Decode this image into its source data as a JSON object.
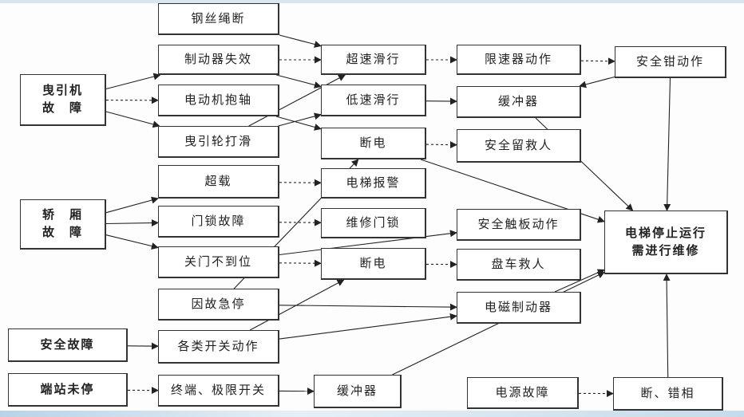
{
  "diagram": {
    "nodes": [
      {
        "id": "traction",
        "label": "曳引机\n故　障"
      },
      {
        "id": "car",
        "label": "轿　厢\n故　障"
      },
      {
        "id": "safety",
        "label": "安全故障"
      },
      {
        "id": "terminal",
        "label": "端站未停"
      },
      {
        "id": "rope",
        "label": "钢丝绳断"
      },
      {
        "id": "brake_fail",
        "label": "制动器失效"
      },
      {
        "id": "motor_lock",
        "label": "电动机抱轴"
      },
      {
        "id": "sheave_slip",
        "label": "曳引轮打滑"
      },
      {
        "id": "overload",
        "label": "超载"
      },
      {
        "id": "door_lock",
        "label": "门锁故障"
      },
      {
        "id": "door_close",
        "label": "关门不到位"
      },
      {
        "id": "emergency",
        "label": "因故急停"
      },
      {
        "id": "switches",
        "label": "各类开关动作"
      },
      {
        "id": "limit_sw",
        "label": "终端、极限开关"
      },
      {
        "id": "overspeed",
        "label": "超速滑行"
      },
      {
        "id": "lowspeed",
        "label": "低速滑行"
      },
      {
        "id": "poweroff1",
        "label": "断电"
      },
      {
        "id": "alarm",
        "label": "电梯报警"
      },
      {
        "id": "repair_lock",
        "label": "维修门锁"
      },
      {
        "id": "poweroff2",
        "label": "断电"
      },
      {
        "id": "buffer2",
        "label": "缓冲器"
      },
      {
        "id": "governor",
        "label": "限速器动作"
      },
      {
        "id": "buffer1",
        "label": "缓冲器"
      },
      {
        "id": "rescue1",
        "label": "安全留救人"
      },
      {
        "id": "safety_edge",
        "label": "安全触板动作"
      },
      {
        "id": "rescue2",
        "label": "盘车救人"
      },
      {
        "id": "em_brake",
        "label": "电磁制动器"
      },
      {
        "id": "power_fault",
        "label": "电源故障"
      },
      {
        "id": "phase_fault",
        "label": "断、错相"
      },
      {
        "id": "safety_gear",
        "label": "安全钳动作"
      },
      {
        "id": "stop",
        "label": "电梯停止运行\n需进行维修"
      }
    ],
    "edges": [
      [
        "traction",
        "brake_fail",
        "solid"
      ],
      [
        "traction",
        "motor_lock",
        "dashed"
      ],
      [
        "traction",
        "sheave_slip",
        "solid"
      ],
      [
        "car",
        "overload",
        "solid"
      ],
      [
        "car",
        "door_lock",
        "solid"
      ],
      [
        "car",
        "door_close",
        "solid"
      ],
      [
        "safety",
        "switches",
        "solid"
      ],
      [
        "terminal",
        "limit_sw",
        "dashed"
      ],
      [
        "rope",
        "overspeed",
        "solid"
      ],
      [
        "brake_fail",
        "overspeed",
        "dashed"
      ],
      [
        "brake_fail",
        "lowspeed",
        "solid"
      ],
      [
        "motor_lock",
        "poweroff1",
        "solid"
      ],
      [
        "sheave_slip",
        "overspeed",
        "solid"
      ],
      [
        "sheave_slip",
        "lowspeed",
        "solid"
      ],
      [
        "overload",
        "alarm",
        "dashed"
      ],
      [
        "door_lock",
        "repair_lock",
        "dashed"
      ],
      [
        "door_close",
        "poweroff2",
        "dashed"
      ],
      [
        "door_close",
        "safety_edge",
        "solid"
      ],
      [
        "emergency",
        "poweroff1",
        "solid"
      ],
      [
        "emergency",
        "em_brake",
        "solid"
      ],
      [
        "switches",
        "poweroff2",
        "solid"
      ],
      [
        "switches",
        "em_brake",
        "solid"
      ],
      [
        "limit_sw",
        "buffer2",
        "solid"
      ],
      [
        "overspeed",
        "governor",
        "dashed"
      ],
      [
        "lowspeed",
        "buffer1",
        "solid"
      ],
      [
        "poweroff1",
        "rescue1",
        "dashed"
      ],
      [
        "poweroff2",
        "rescue2",
        "dashed"
      ],
      [
        "governor",
        "safety_gear",
        "dashed"
      ],
      [
        "safety_gear",
        "buffer1",
        "solid"
      ],
      [
        "safety_gear",
        "stop",
        "solid"
      ],
      [
        "buffer1",
        "stop",
        "solid"
      ],
      [
        "poweroff1",
        "stop",
        "solid"
      ],
      [
        "em_brake",
        "stop",
        "solid"
      ],
      [
        "buffer2",
        "stop",
        "solid"
      ],
      [
        "power_fault",
        "phase_fault",
        "dashed"
      ],
      [
        "phase_fault",
        "stop",
        "solid"
      ]
    ]
  }
}
